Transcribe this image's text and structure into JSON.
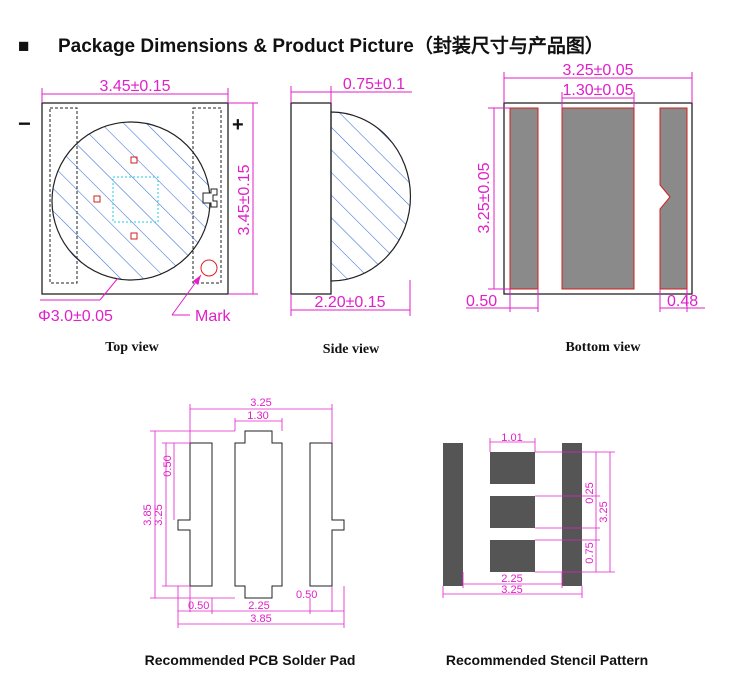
{
  "header": {
    "bullet": "■",
    "title": "Package Dimensions & Product Picture（封装尺寸与产品图）"
  },
  "top_view": {
    "caption": "Top view",
    "width": "3.45±0.15",
    "height": "3.45±0.15",
    "dome": "Φ3.0±0.05",
    "mark": "Mark",
    "minus": "−",
    "plus": "+"
  },
  "side_view": {
    "caption": "Side view",
    "thickness": "0.75±0.1",
    "height": "2.20±0.15"
  },
  "bottom_view": {
    "caption": "Bottom view",
    "width": "3.25±0.05",
    "center": "1.30±0.05",
    "height": "3.25±0.05",
    "left_pad": "0.50",
    "right_pad": "0.48"
  },
  "pcb_pad": {
    "caption": "Recommended PCB Solder Pad",
    "top_width": "3.25",
    "top_center": "1.30",
    "left_gap": "0.50",
    "left_outer": "3.85",
    "left_inner": "3.25",
    "bottom_left": "0.50",
    "bottom_center": "2.25",
    "bottom_right": "0.50",
    "bottom_total": "3.85"
  },
  "stencil": {
    "caption": "Recommended Stencil Pattern",
    "top_width": "1.01",
    "right_gap": "0.25",
    "right_total": "3.25",
    "right_small": "0.75",
    "bottom_inner": "2.25",
    "bottom_total": "3.25"
  },
  "colors": {
    "dimension": "#e020c8",
    "hatch": "#3b6fd8",
    "pad_fill": "#8a8a8a",
    "stencil_fill": "#555555"
  }
}
